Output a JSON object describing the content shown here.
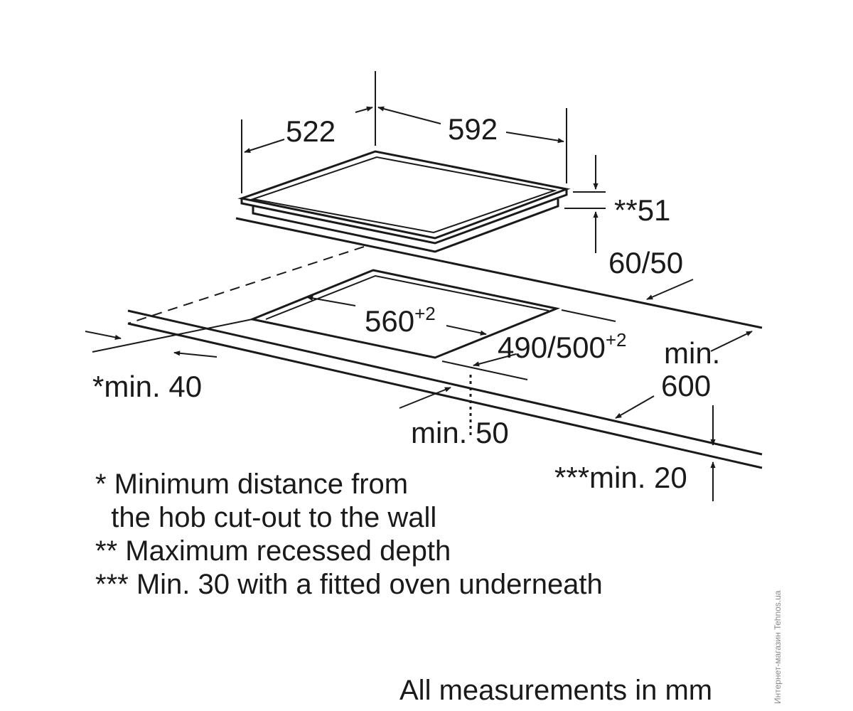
{
  "dimensions": {
    "hob_depth": "522",
    "hob_width": "592",
    "recess_depth": "**51",
    "worktop_thickness": "60/50",
    "cutout_width": "560",
    "cutout_width_tol": "+2",
    "cutout_depth": "490/500",
    "cutout_depth_tol": "+2",
    "min_wall_distance": "*min. 40",
    "min_front_distance": "min. 50",
    "min_worktop_depth_1": "min.",
    "min_worktop_depth_2": "600",
    "min_below": "***min. 20"
  },
  "notes": [
    "* Minimum distance from",
    "  the hob cut-out to the wall",
    "** Maximum recessed depth",
    "*** Min. 30 with a fitted oven underneath"
  ],
  "footer": "All measurements in mm",
  "watermark": "Интернет-магазин Tehnos.ua"
}
